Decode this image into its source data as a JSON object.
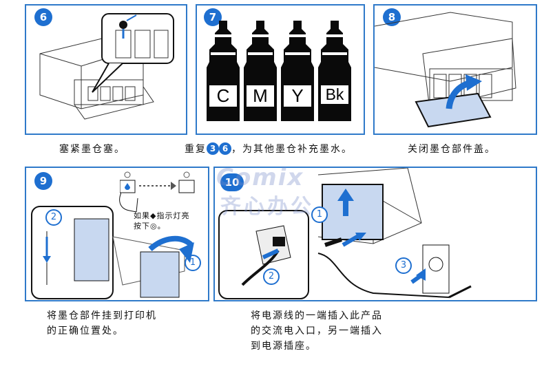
{
  "steps": {
    "s6": {
      "number": "6",
      "caption": "塞紧墨仓塞。"
    },
    "s7": {
      "number": "7",
      "caption_before": "重复",
      "range_from": "3",
      "range_to": "6",
      "caption_after": "，为其他墨仓补充墨水。",
      "bottles": [
        "C",
        "M",
        "Y",
        "Bk"
      ]
    },
    "s8": {
      "number": "8",
      "caption": "关闭墨仓部件盖。"
    },
    "s9": {
      "number": "9",
      "caption_line1": "将墨仓部件挂到打印机",
      "caption_line2": "的正确位置处。",
      "note_line1": "如果◆指示灯亮",
      "note_line2": "按下◎。",
      "marker1": "1",
      "marker2": "2"
    },
    "s10": {
      "number": "10",
      "caption_line1": "将电源线的一端插入此产品",
      "caption_line2": "的交流电入口，另一端插入",
      "caption_line3": "到电源插座。",
      "marker1": "1",
      "marker2": "2",
      "marker3": "3"
    }
  },
  "watermark": {
    "brand": "Comix",
    "cn": "齐心办公"
  },
  "colors": {
    "accent": "#1e6fd0",
    "border": "#2e79c9",
    "ink_panel": "#c8d8f0"
  }
}
